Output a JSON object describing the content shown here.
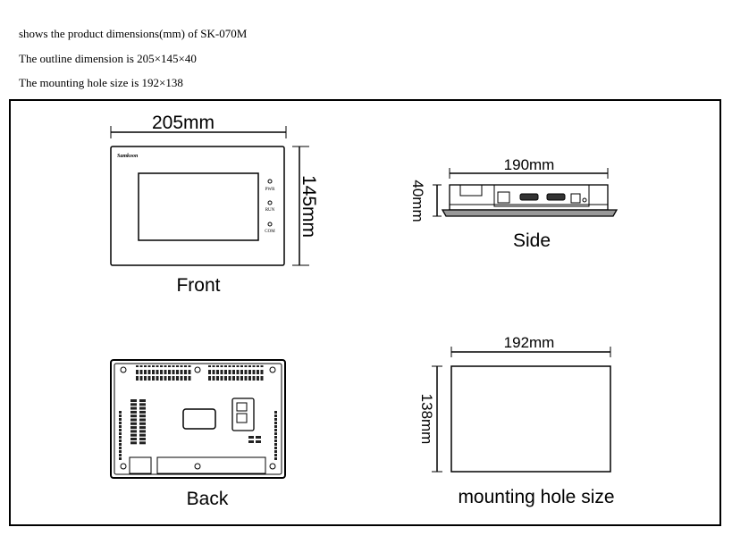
{
  "intro": {
    "line1": "shows the product dimensions(mm) of SK-070M",
    "line2": "The outline dimension is 205×145×40",
    "line3": "The mounting hole size is 192×138"
  },
  "front": {
    "width_label": "205mm",
    "height_label": "145mm",
    "caption": "Front",
    "brand": "Samkoon",
    "leds": [
      "PWR",
      "RUN",
      "COM"
    ]
  },
  "side": {
    "width_label": "190mm",
    "depth_label": "40mm",
    "caption": "Side"
  },
  "back": {
    "caption": "Back"
  },
  "mounting": {
    "width_label": "192mm",
    "height_label": "138mm",
    "caption": "mounting hole size"
  }
}
